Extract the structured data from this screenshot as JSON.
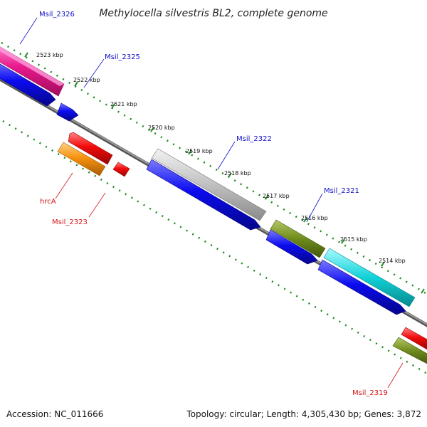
{
  "title": "Methylocella silvestris BL2, complete genome",
  "ticks": [
    "2523 kbp",
    "2522 kbp",
    "2521 kbp",
    "2520 kbp",
    "2519 kbp",
    "2518 kbp",
    "2517 kbp",
    "2516 kbp",
    "2515 kbp",
    "2514 kbp"
  ],
  "genes": {
    "msil_2326": "Msil_2326",
    "msil_2325": "Msil_2325",
    "msil_2322": "Msil_2322",
    "msil_2321": "Msil_2321",
    "hrca": "hrcA",
    "msil_2323": "Msil_2323",
    "msil_2319": "Msil_2319"
  },
  "footer": {
    "accession": "Accession: NC_011666",
    "summary": "Topology: circular; Length: 4,305,430 bp; Genes: 3,872"
  },
  "colors": {
    "pink": "#e8188c",
    "blue": "#0b0bf0",
    "gray": "#bcbcbc",
    "olive": "#6f8b1c",
    "cyan": "#10d2d8",
    "red": "#f20a0a",
    "orange": "#f7930e",
    "backbone": "#808080",
    "tick_dots": "#1d8a1d"
  }
}
